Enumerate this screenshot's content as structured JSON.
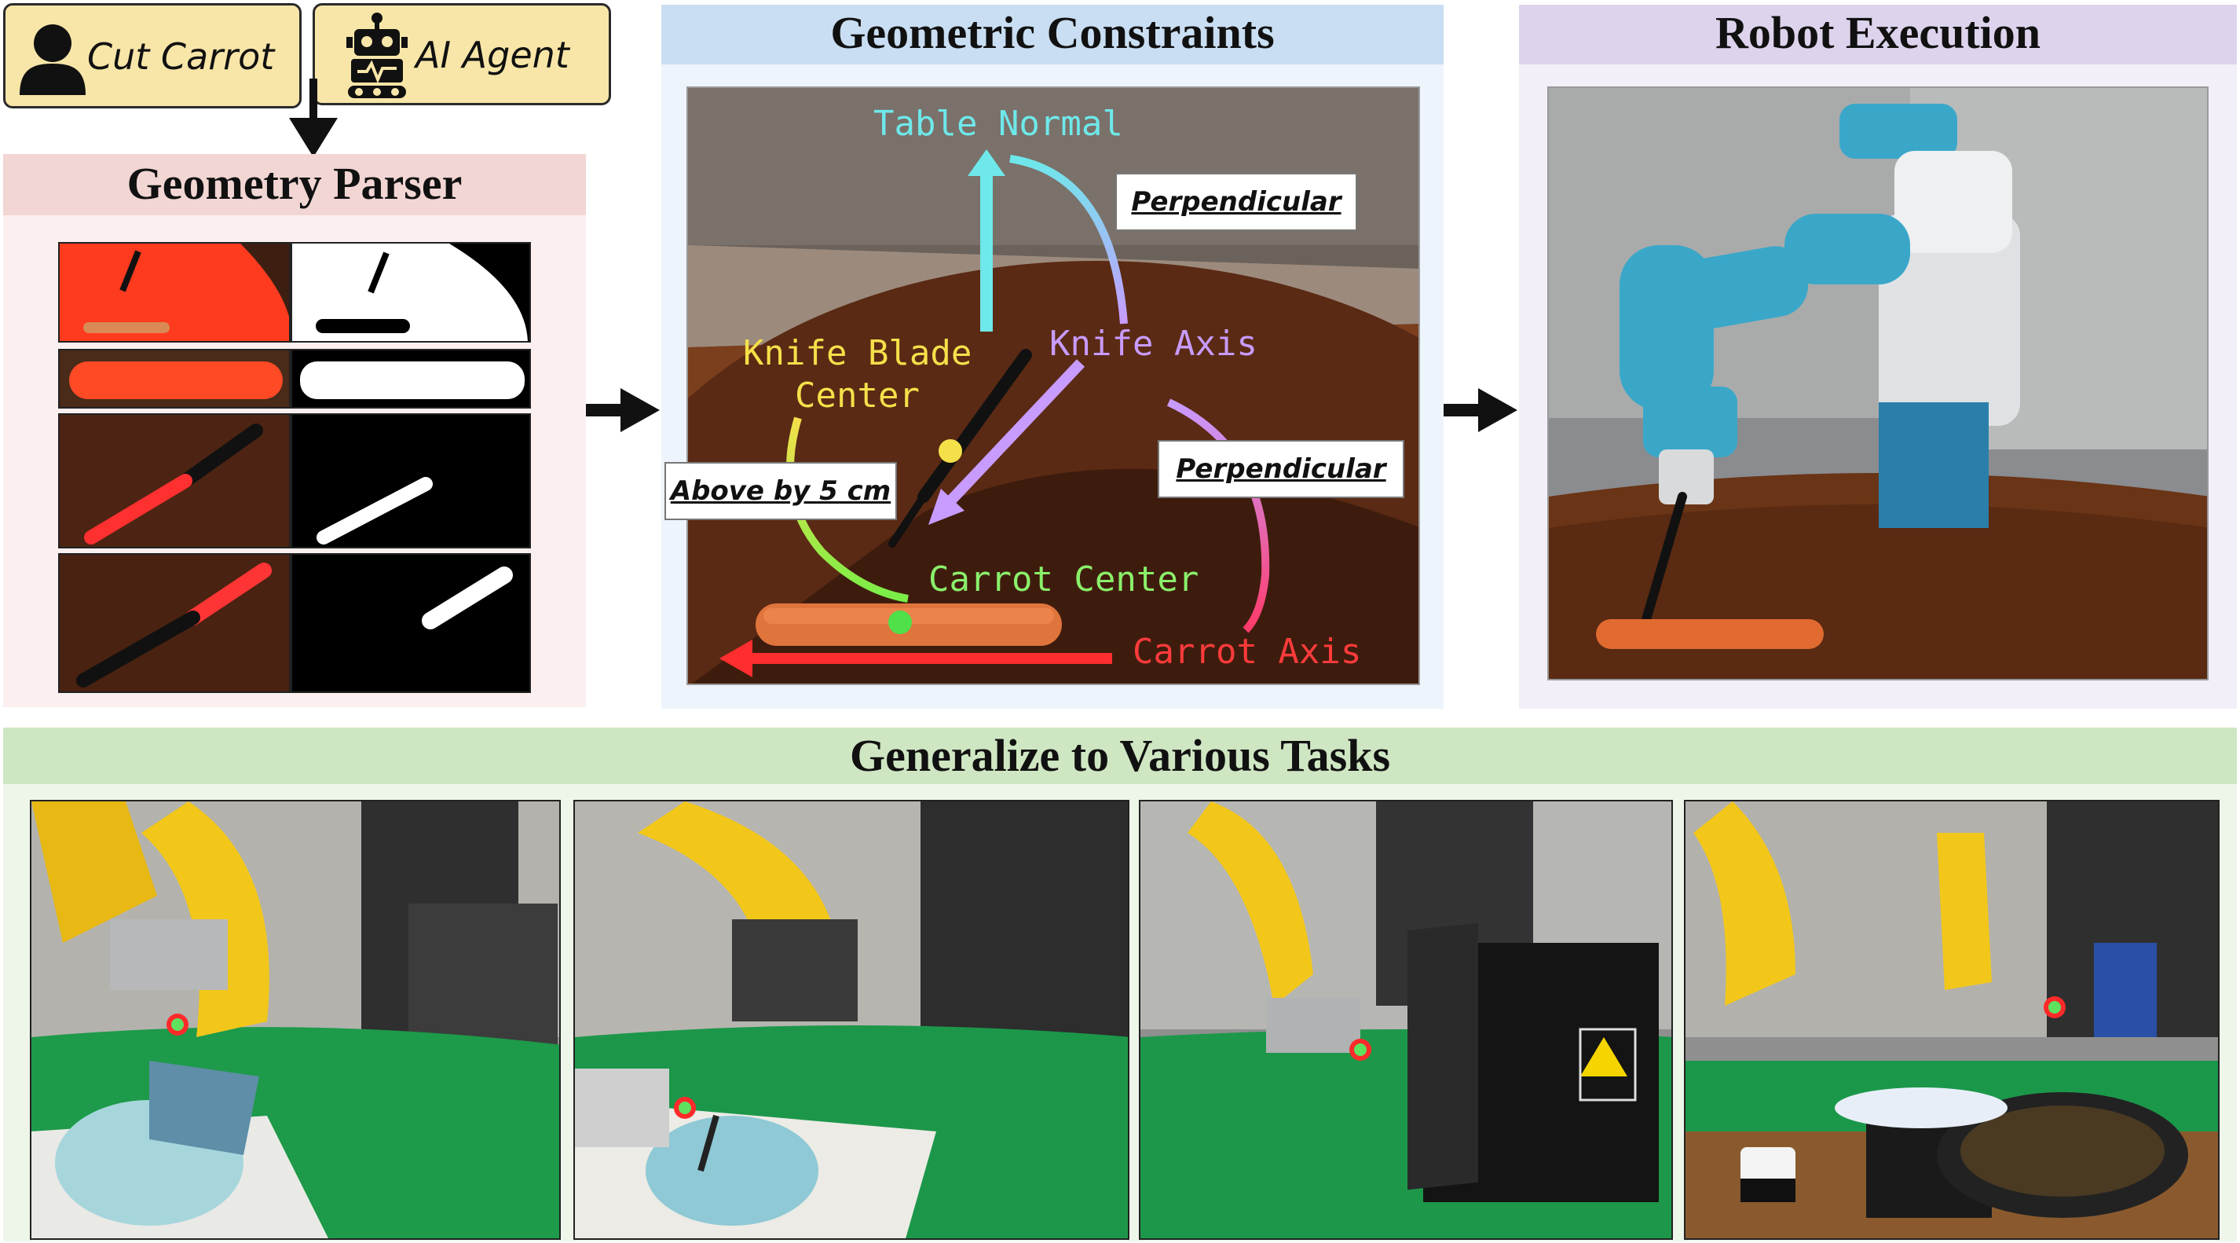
{
  "input": {
    "user_label": "Cut Carrot",
    "agent_label": "AI Agent"
  },
  "parser": {
    "title": "Geometry Parser"
  },
  "constraints": {
    "title": "Geometric Constraints",
    "labels": {
      "table_normal": "Table Normal",
      "knife_blade_center_line1": "Knife Blade",
      "knife_blade_center_line2": "Center",
      "knife_axis": "Knife Axis",
      "carrot_center": "Carrot Center",
      "carrot_axis": "Carrot Axis"
    },
    "tags": {
      "perpendicular_1": "Perpendicular",
      "perpendicular_2": "Perpendicular",
      "above": "Above by 5 cm"
    },
    "colors": {
      "table_normal": "#6ee8ea",
      "knife_blade": "#f5e04a",
      "knife_axis": "#c89bff",
      "carrot_center": "#8af06a",
      "carrot_axis": "#ff4a4a"
    }
  },
  "execution": {
    "title": "Robot Execution"
  },
  "generalize": {
    "title": "Generalize to Various Tasks"
  },
  "theme": {
    "parser_header": "#f2d6d3",
    "parser_bg": "#fbf0ef",
    "constraints_header": "#c9def2",
    "constraints_bg": "#eef4fb",
    "execution_header": "#ddd3ec",
    "execution_bg": "#f3eff8",
    "generalize_header": "#cfe6c2",
    "generalize_bg": "#eef6ea"
  }
}
